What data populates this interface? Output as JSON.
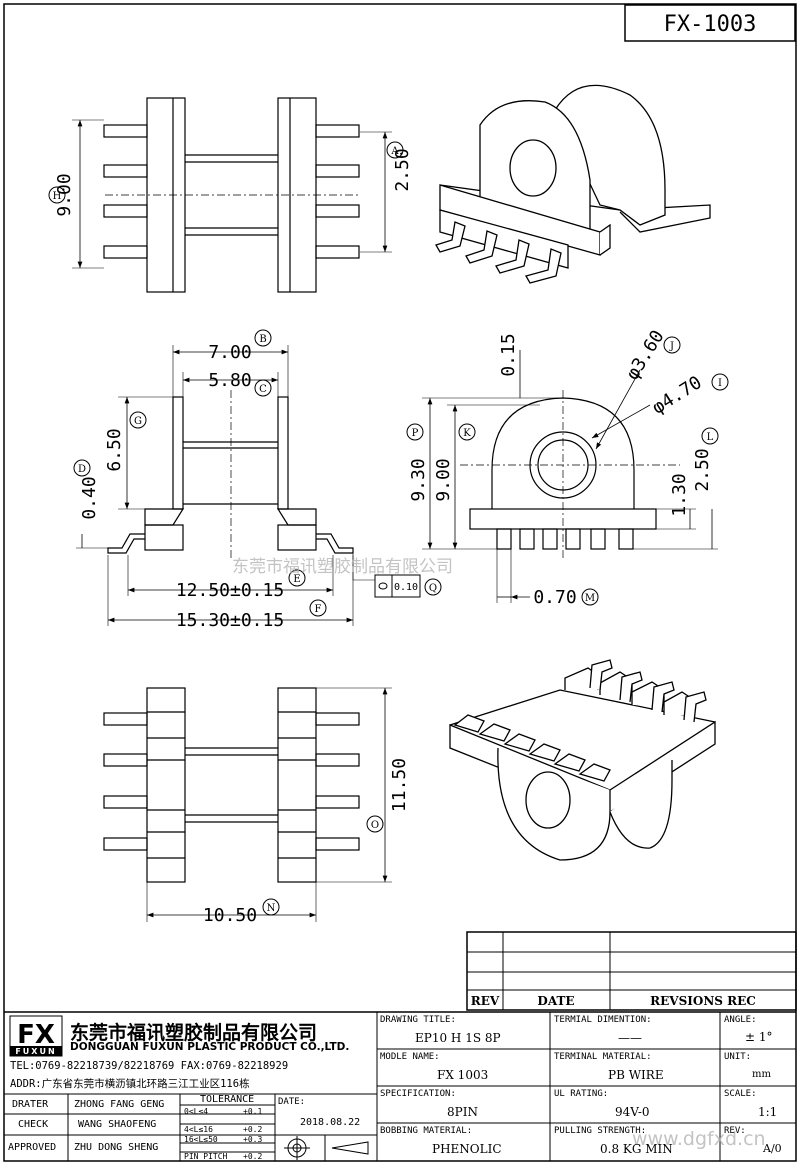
{
  "part_number": "FX-1003",
  "dimensions": {
    "A": "2.50",
    "B": "7.00",
    "C": "5.80",
    "D": "0.40",
    "E": "12.50±0.15",
    "F": "15.30±0.15",
    "G": "6.50",
    "H": "9.00",
    "I": "φ4.70",
    "J": "φ3.60",
    "K": "9.00",
    "L": "2.50",
    "M": "0.70",
    "N": "10.50",
    "O": "11.50",
    "P": "9.30",
    "Q": "0.10",
    "top": "0.15",
    "pin_h": "1.30"
  },
  "markers": {
    "A": "A",
    "B": "B",
    "C": "C",
    "D": "D",
    "E": "E",
    "F": "F",
    "G": "G",
    "H": "H",
    "I": "I",
    "J": "J",
    "K": "K",
    "L": "L",
    "M": "M",
    "N": "N",
    "O": "O",
    "P": "P",
    "Q": "Q"
  },
  "watermark": "东莞市福讯塑胶制品有限公司",
  "watermark_url": "www.dgfxd.cn",
  "revision_table": {
    "headers": [
      "REV",
      "DATE",
      "REVSIONS REC"
    ]
  },
  "company": {
    "logo": "FX",
    "logo_sub": "FUXUN",
    "name_cn": "东莞市福讯塑胶制品有限公司",
    "name_en": "DONGGUAN FUXUN PLASTIC PRODUCT CO.,LTD.",
    "tel": "TEL:0769-82218739/82218769 FAX:0769-82218929",
    "addr": "ADDR:广东省东莞市横沥镇北环路三江工业区116栋"
  },
  "staff": {
    "drater_label": "DRATER",
    "drater": "ZHONG FANG GENG",
    "check_label": "CHECK",
    "check": "WANG SHAOFENG",
    "approved_label": "APPROVED",
    "approved": "ZHU DONG SHENG"
  },
  "tolerance": {
    "title": "TOLERANCE",
    "rows": [
      [
        "0<L≤4",
        "+0.1"
      ],
      [
        "4<L≤16",
        "+0.2"
      ],
      [
        "16<L≤50",
        "+0.3"
      ],
      [
        "PIN PITCH",
        "+0.2"
      ]
    ]
  },
  "date_label": "DATE:",
  "date": "2018.08.22",
  "fields": {
    "drawing_title_label": "DRAWING TITLE:",
    "drawing_title": "EP10 H 1S 8P",
    "terminal_dim_label": "TERMIAL DIMENTION:",
    "terminal_dim": "——",
    "angle_label": "ANGLE:",
    "angle": "± 1°",
    "model_label": "MODLE NAME:",
    "model": "FX 1003",
    "terminal_mat_label": "TERMINAL MATERIAL:",
    "terminal_mat": "PB WIRE",
    "unit_label": "UNIT:",
    "unit": "mm",
    "spec_label": "SPECIFICATION:",
    "spec": "8PIN",
    "ul_label": "UL RATING:",
    "ul": "94V-0",
    "scale_label": "SCALE:",
    "scale": "1:1",
    "bobbin_label": "BOBBING MATERIAL:",
    "bobbin": "PHENOLIC",
    "pull_label": "PULLING STRENGTH:",
    "pull": "0.8 KG MIN",
    "rev_label": "REV:",
    "rev": "A/0"
  }
}
